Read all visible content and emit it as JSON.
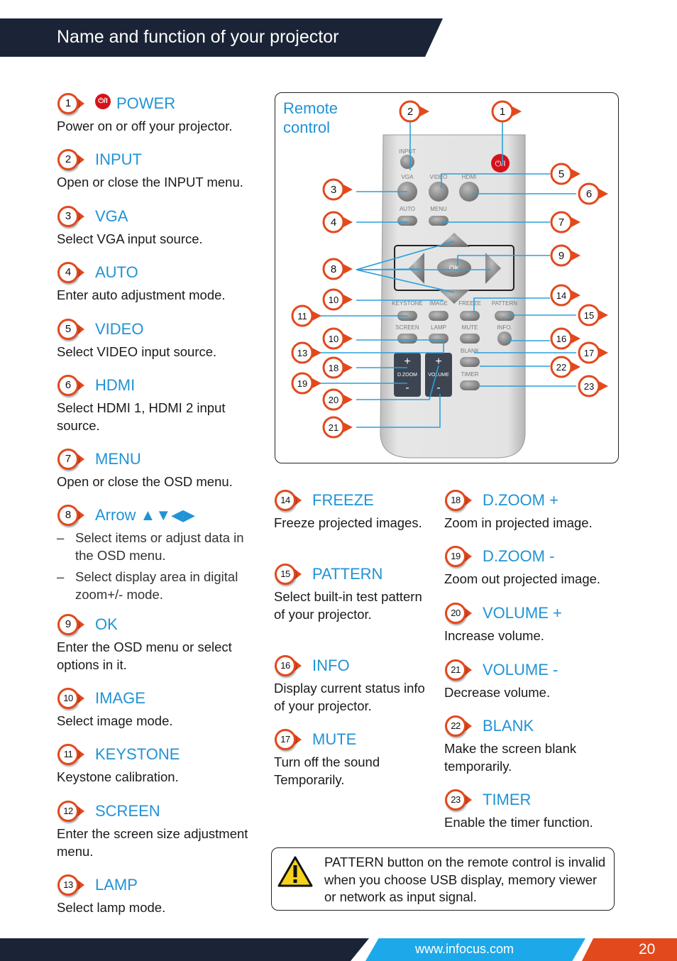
{
  "header": {
    "title": "Name and function of your projector"
  },
  "power_icon_text": "⏻/I",
  "items_left": [
    {
      "num": "1",
      "title": "POWER",
      "desc": "Power on or off your projector."
    },
    {
      "num": "2",
      "title": "INPUT",
      "desc": "Open or close the INPUT menu."
    },
    {
      "num": "3",
      "title": "VGA",
      "desc": "Select VGA input source."
    },
    {
      "num": "4",
      "title": "AUTO",
      "desc": "Enter auto adjustment mode."
    },
    {
      "num": "5",
      "title": "VIDEO",
      "desc": "Select VIDEO input source."
    },
    {
      "num": "6",
      "title": "HDMI",
      "desc": "Select HDMI 1, HDMI 2 input source."
    },
    {
      "num": "7",
      "title": "MENU",
      "desc": "Open or close the OSD menu."
    },
    {
      "num": "8",
      "title": "Arrow ▲▼◀▶",
      "bullets": [
        "Select items or adjust data in the OSD menu.",
        "Select display area in digital zoom+/- mode."
      ]
    },
    {
      "num": "9",
      "title": "OK",
      "desc": "Enter the OSD menu or select options in it."
    },
    {
      "num": "10",
      "title": "IMAGE",
      "desc": "Select image mode."
    },
    {
      "num": "11",
      "title": "KEYSTONE",
      "desc": "Keystone calibration."
    },
    {
      "num": "12",
      "title": "SCREEN",
      "desc": "Enter the screen size adjustment menu."
    },
    {
      "num": "13",
      "title": "LAMP",
      "desc": "Select lamp mode."
    }
  ],
  "items_mid": [
    {
      "num": "14",
      "title": "FREEZE",
      "desc": "Freeze projected images."
    },
    {
      "num": "15",
      "title": "PATTERN",
      "desc": "Select built-in test pattern of your projector."
    },
    {
      "num": "16",
      "title": "INFO",
      "desc": "Display current status info of your projector."
    },
    {
      "num": "17",
      "title": "MUTE",
      "desc": "Turn off the sound Temporarily."
    }
  ],
  "items_right": [
    {
      "num": "18",
      "title": "D.ZOOM +",
      "desc": "Zoom in projected image."
    },
    {
      "num": "19",
      "title": "D.ZOOM -",
      "desc": "Zoom out projected image."
    },
    {
      "num": "20",
      "title": "VOLUME +",
      "desc": "Increase volume."
    },
    {
      "num": "21",
      "title": "VOLUME -",
      "desc": "Decrease volume."
    },
    {
      "num": "22",
      "title": "BLANK",
      "desc": "Make the screen blank temporarily."
    },
    {
      "num": "23",
      "title": "TIMER",
      "desc": "Enable the timer function."
    }
  ],
  "remote": {
    "label_line1": "Remote",
    "label_line2": "control",
    "buttons": [
      "INPUT",
      "VGA",
      "VIDEO",
      "HDMI",
      "AUTO",
      "MENU",
      "OK",
      "KEYSTONE",
      "IMAGE",
      "FREEZE",
      "PATTERN",
      "SCREEN",
      "LAMP",
      "MUTE",
      "INFO.",
      "BLANK",
      "TIMER",
      "D.ZOOM",
      "VOLUME",
      "+",
      "-"
    ],
    "callouts": [
      "1",
      "2",
      "3",
      "4",
      "5",
      "6",
      "7",
      "8",
      "9",
      "10",
      "10",
      "11",
      "13",
      "14",
      "15",
      "16",
      "17",
      "18",
      "19",
      "20",
      "21",
      "22",
      "23"
    ]
  },
  "warning": {
    "text": "PATTERN button on the remote control is invalid when you choose USB display, memory viewer or network as input signal."
  },
  "footer": {
    "url": "www.infocus.com",
    "page": "20"
  },
  "colors": {
    "accent_blue": "#2193d6",
    "accent_red": "#e2491d",
    "navy": "#1b2436",
    "footer_blue": "#1da9e9"
  }
}
